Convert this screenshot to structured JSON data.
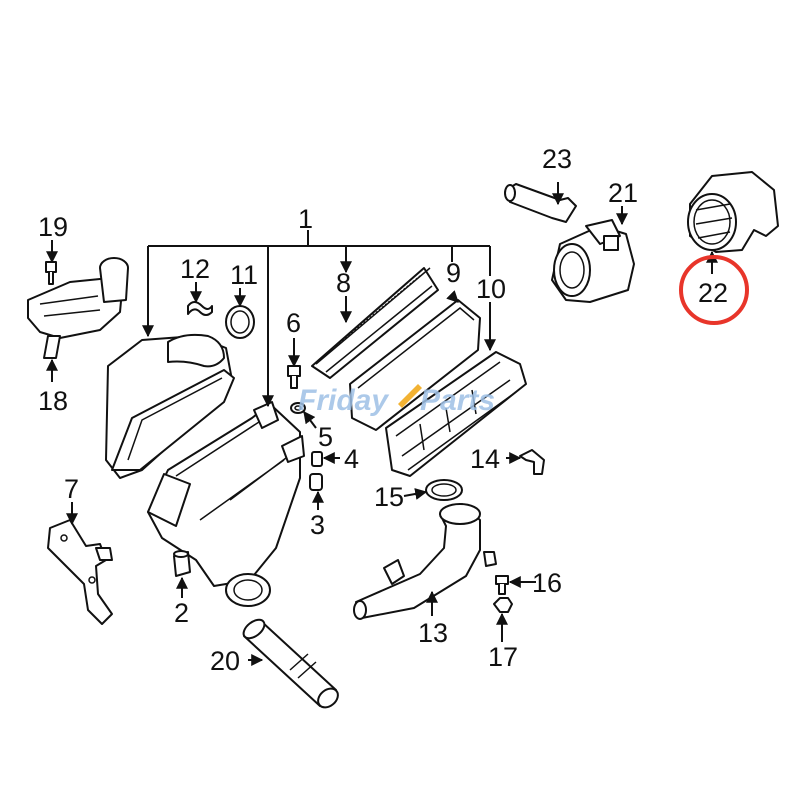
{
  "callouts": [
    "1",
    "2",
    "3",
    "4",
    "5",
    "6",
    "7",
    "8",
    "9",
    "10",
    "11",
    "12",
    "13",
    "14",
    "15",
    "16",
    "17",
    "18",
    "19",
    "20",
    "21",
    "22",
    "23"
  ],
  "highlight": {
    "label": "22",
    "color": "#e8352a"
  },
  "watermark": {
    "part1": "Friday",
    "part2": "Parts",
    "color": "#9ec0e6",
    "accent": "#f2b233"
  }
}
